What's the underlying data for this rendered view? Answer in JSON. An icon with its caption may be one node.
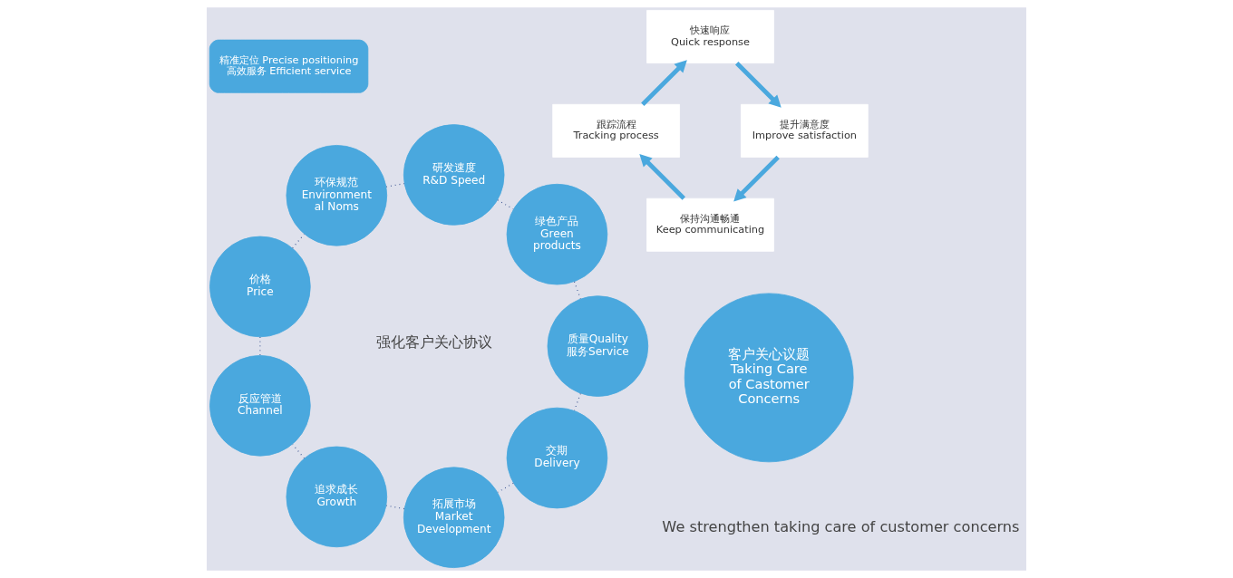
{
  "diagram": {
    "nodes": [
      {
        "text": [
          "保持沟通畅通",
          "Keep communicating"
        ]
      },
      {
        "text": [
          "提升满意度",
          "Improve satisfaction"
        ]
      },
      {
        "text": [
          "精准定位 Precise positioning",
          "高效服务 Efficient service"
        ]
      },
      {
        "text": [
          "跟踪流程",
          "Tracking process"
        ]
      },
      {
        "text": [
          "快速响应",
          "Quick response"
        ]
      },
      {
        "text": [
          "客户关心议题",
          "Taking Care of Castomer Concerns"
        ]
      },
      {
        "text": [
          "交期",
          "Delivery"
        ]
      },
      {
        "text": [
          "拓展市场",
          "Market Development"
        ]
      },
      {
        "text": [
          "追求成长",
          "Growth"
        ]
      },
      {
        "text": [
          "反应管道",
          "Channel"
        ]
      },
      {
        "text": [
          "价格",
          "Price"
        ]
      },
      {
        "text": [
          "环保规范",
          "Environment al Noms"
        ]
      },
      {
        "text": [
          "研发速度",
          "R&D Speed"
        ]
      },
      {
        "text": [
          "绿色产品",
          "Green products"
        ]
      },
      {
        "text": [
          "质量Quality 服务Service"
        ]
      }
    ],
    "edges": [
      {
        "from": 1,
        "to": 0,
        "arrow": "to",
        "style": "thick",
        "color": "#4aa8de"
      },
      {
        "from": 0,
        "to": 3,
        "arrow": "to",
        "style": "thick",
        "color": "#4aa8de"
      },
      {
        "from": 3,
        "to": 4,
        "arrow": "to",
        "style": "thick",
        "color": "#4aa8de"
      },
      {
        "from": 4,
        "to": 1,
        "arrow": "to",
        "style": "thick",
        "color": "#4aa8de"
      },
      {
        "from": 6,
        "to": 7,
        "arrow": "none",
        "style": "dashed"
      },
      {
        "from": 7,
        "to": 8,
        "arrow": "none",
        "style": "dashed"
      },
      {
        "from": 8,
        "to": 9,
        "arrow": "none",
        "style": "dashed"
      },
      {
        "from": 9,
        "to": 10,
        "arrow": "none",
        "style": "dashed"
      },
      {
        "from": 10,
        "to": 11,
        "arrow": "none",
        "style": "dashed"
      },
      {
        "from": 11,
        "to": 12,
        "arrow": "none",
        "style": "dashed"
      },
      {
        "from": 12,
        "to": 13,
        "arrow": "none",
        "style": "dashed"
      },
      {
        "from": 13,
        "to": 14,
        "arrow": "none",
        "style": "dashed"
      },
      {
        "from": 14,
        "to": 6,
        "arrow": "none",
        "style": "dashed"
      }
    ],
    "labels": [
      "强化客户关心协议",
      "We strengthen taking care of customer concerns"
    ]
  }
}
